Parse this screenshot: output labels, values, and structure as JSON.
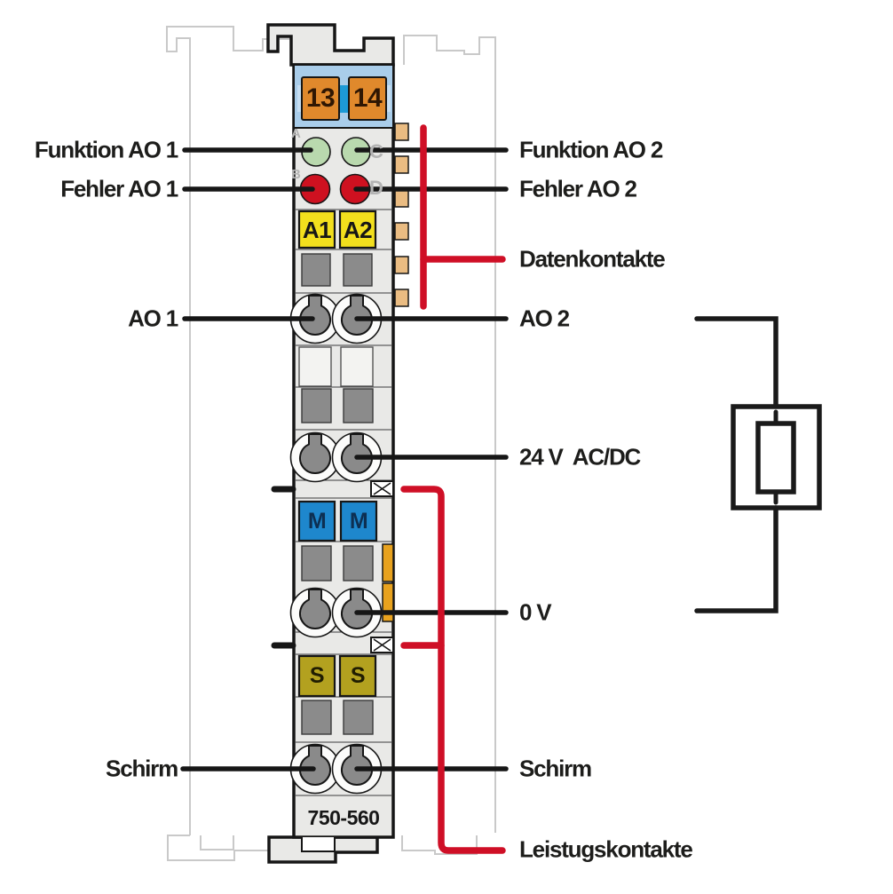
{
  "module": {
    "part_number": "750-560",
    "header_contacts": [
      "13",
      "14"
    ],
    "led_markers": {
      "a": "A",
      "b": "B",
      "c": "C",
      "d": "D"
    },
    "terminal_markers": {
      "a1": "A1",
      "a2": "A2",
      "m1": "M",
      "m2": "M",
      "s1": "S",
      "s2": "S"
    }
  },
  "callouts": {
    "left": [
      {
        "id": "funktion-ao-1",
        "label": "Funktion AO 1"
      },
      {
        "id": "fehler-ao-1",
        "label": "Fehler AO 1"
      },
      {
        "id": "ao-1",
        "label": "AO 1"
      },
      {
        "id": "schirm-left",
        "label": "Schirm"
      }
    ],
    "right": [
      {
        "id": "funktion-ao-2",
        "label": "Funktion AO 2"
      },
      {
        "id": "fehler-ao-2",
        "label": "Fehler AO 2"
      },
      {
        "id": "datenkontakte",
        "label": "Datenkontakte"
      },
      {
        "id": "ao-2",
        "label": "AO 2"
      },
      {
        "id": "supply",
        "label": "24 V  AC/DC"
      },
      {
        "id": "zero-volt",
        "label": "0 V"
      },
      {
        "id": "schirm-right",
        "label": "Schirm"
      },
      {
        "id": "leistungskontakte",
        "label": "Leistugskontakte"
      }
    ]
  },
  "colors": {
    "callout_red": "#cf0f26",
    "callout_black": "#161616",
    "module_gray": "#e9e9e7",
    "header_blue": "#a9cdea",
    "contact_orange": "#e0892c",
    "led_green": "#b9d9ae",
    "led_red": "#ce1120",
    "label_yellow": "#f2df1d",
    "label_blue": "#1e87cd",
    "label_olive": "#b3a11f",
    "data_contact_tan": "#eabc82",
    "jumper_orange": "#e8a21e",
    "ghost_gray": "#c9c9c9"
  }
}
